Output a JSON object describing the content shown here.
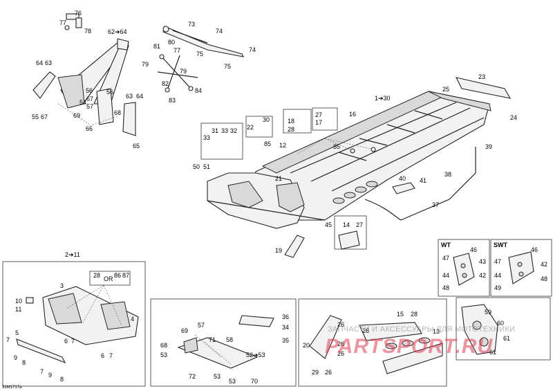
{
  "figure_id": "31M1717a",
  "panel_headers": {
    "wt": "WT",
    "swt": "SWT"
  },
  "callouts": [
    {
      "key": "c76",
      "text": "76"
    },
    {
      "key": "c77",
      "text": "77"
    },
    {
      "key": "c78",
      "text": "78"
    },
    {
      "key": "c62",
      "text": "62➔64"
    },
    {
      "key": "c73",
      "text": "73"
    },
    {
      "key": "c74a",
      "text": "74"
    },
    {
      "key": "c74b",
      "text": "74"
    },
    {
      "key": "c80",
      "text": "80"
    },
    {
      "key": "c81",
      "text": "81"
    },
    {
      "key": "c77b",
      "text": "77"
    },
    {
      "key": "c75a",
      "text": "75"
    },
    {
      "key": "c75b",
      "text": "75"
    },
    {
      "key": "c79a",
      "text": "79"
    },
    {
      "key": "c79b",
      "text": "79"
    },
    {
      "key": "c82",
      "text": "82"
    },
    {
      "key": "c84",
      "text": "84"
    },
    {
      "key": "c83",
      "text": "83"
    },
    {
      "key": "c64a",
      "text": "64"
    },
    {
      "key": "c63a",
      "text": "63"
    },
    {
      "key": "c56a",
      "text": "56"
    },
    {
      "key": "c56b",
      "text": "56"
    },
    {
      "key": "c54",
      "text": "54"
    },
    {
      "key": "c67a",
      "text": "67"
    },
    {
      "key": "c57",
      "text": "57"
    },
    {
      "key": "c63b",
      "text": "63"
    },
    {
      "key": "c64b",
      "text": "64"
    },
    {
      "key": "c55",
      "text": "55"
    },
    {
      "key": "c67b",
      "text": "67"
    },
    {
      "key": "c69a",
      "text": "69"
    },
    {
      "key": "c68a",
      "text": "68"
    },
    {
      "key": "c66",
      "text": "66"
    },
    {
      "key": "c65",
      "text": "65"
    },
    {
      "key": "c1",
      "text": "1➔30"
    },
    {
      "key": "c23",
      "text": "23"
    },
    {
      "key": "c25",
      "text": "25"
    },
    {
      "key": "c24",
      "text": "24"
    },
    {
      "key": "c16",
      "text": "16"
    },
    {
      "key": "c18",
      "text": "18"
    },
    {
      "key": "c27a",
      "text": "27"
    },
    {
      "key": "c17",
      "text": "17"
    },
    {
      "key": "c28a",
      "text": "28"
    },
    {
      "key": "c30",
      "text": "30"
    },
    {
      "key": "c22",
      "text": "22"
    },
    {
      "key": "c31",
      "text": "31"
    },
    {
      "key": "c33a",
      "text": "33"
    },
    {
      "key": "c32",
      "text": "32"
    },
    {
      "key": "c33b",
      "text": "33"
    },
    {
      "key": "c85a",
      "text": "85"
    },
    {
      "key": "c12",
      "text": "12"
    },
    {
      "key": "c85b",
      "text": "85"
    },
    {
      "key": "c39",
      "text": "39"
    },
    {
      "key": "c50",
      "text": "50"
    },
    {
      "key": "c51",
      "text": "51"
    },
    {
      "key": "c21",
      "text": "21"
    },
    {
      "key": "c38",
      "text": "38"
    },
    {
      "key": "c40",
      "text": "40"
    },
    {
      "key": "c41",
      "text": "41"
    },
    {
      "key": "c37",
      "text": "37"
    },
    {
      "key": "c45",
      "text": "45"
    },
    {
      "key": "c14",
      "text": "14"
    },
    {
      "key": "c27b",
      "text": "27"
    },
    {
      "key": "c19",
      "text": "19"
    },
    {
      "key": "c2",
      "text": "2➔11"
    },
    {
      "key": "c28b",
      "text": "28"
    },
    {
      "key": "cor",
      "text": "OR"
    },
    {
      "key": "c86",
      "text": "86"
    },
    {
      "key": "c87",
      "text": "87"
    },
    {
      "key": "c3",
      "text": "3"
    },
    {
      "key": "c10",
      "text": "10"
    },
    {
      "key": "c11",
      "text": "11"
    },
    {
      "key": "c4",
      "text": "4"
    },
    {
      "key": "c5",
      "text": "5"
    },
    {
      "key": "c7a",
      "text": "7"
    },
    {
      "key": "c6a",
      "text": "6"
    },
    {
      "key": "c7b",
      "text": "7"
    },
    {
      "key": "c9a",
      "text": "9"
    },
    {
      "key": "c8a",
      "text": "8"
    },
    {
      "key": "c7c",
      "text": "7"
    },
    {
      "key": "c9b",
      "text": "9"
    },
    {
      "key": "c8b",
      "text": "8"
    },
    {
      "key": "c6b",
      "text": "6"
    },
    {
      "key": "c7d",
      "text": "7"
    },
    {
      "key": "c36",
      "text": "36"
    },
    {
      "key": "c34",
      "text": "34"
    },
    {
      "key": "c35",
      "text": "35"
    },
    {
      "key": "c69b",
      "text": "69"
    },
    {
      "key": "c57b",
      "text": "57"
    },
    {
      "key": "c68b",
      "text": "68"
    },
    {
      "key": "c71",
      "text": "71"
    },
    {
      "key": "c58",
      "text": "58"
    },
    {
      "key": "c53a",
      "text": "53"
    },
    {
      "key": "c52",
      "text": "52➔53"
    },
    {
      "key": "c72",
      "text": "72"
    },
    {
      "key": "c53b",
      "text": "53"
    },
    {
      "key": "c53c",
      "text": "53"
    },
    {
      "key": "c70",
      "text": "70"
    },
    {
      "key": "c26a",
      "text": "26"
    },
    {
      "key": "c28c",
      "text": "28"
    },
    {
      "key": "c15",
      "text": "15"
    },
    {
      "key": "c28d",
      "text": "28"
    },
    {
      "key": "c20",
      "text": "20"
    },
    {
      "key": "c26b",
      "text": "26"
    },
    {
      "key": "c26c",
      "text": "26"
    },
    {
      "key": "c13",
      "text": "13"
    },
    {
      "key": "c29",
      "text": "29"
    },
    {
      "key": "c26d",
      "text": "26"
    },
    {
      "key": "c59",
      "text": "59"
    },
    {
      "key": "c60",
      "text": "60"
    },
    {
      "key": "c61a",
      "text": "61"
    },
    {
      "key": "c61b",
      "text": "61"
    },
    {
      "key": "c46a",
      "text": "46"
    },
    {
      "key": "c47a",
      "text": "47"
    },
    {
      "key": "c43",
      "text": "43"
    },
    {
      "key": "c44a",
      "text": "44"
    },
    {
      "key": "c42a",
      "text": "42"
    },
    {
      "key": "c48a",
      "text": "48"
    },
    {
      "key": "c46b",
      "text": "46"
    },
    {
      "key": "c47b",
      "text": "47"
    },
    {
      "key": "c42b",
      "text": "42"
    },
    {
      "key": "c44b",
      "text": "44"
    },
    {
      "key": "c48b",
      "text": "48"
    },
    {
      "key": "c49",
      "text": "49"
    }
  ],
  "watermark": {
    "line1": "ЗАПЧАСТИ И АКСЕССУАРЫ ДЛЯ МОТОТЕХНИКИ",
    "line2": "PARTSPORT.RU",
    "color": "#dc3c50"
  }
}
